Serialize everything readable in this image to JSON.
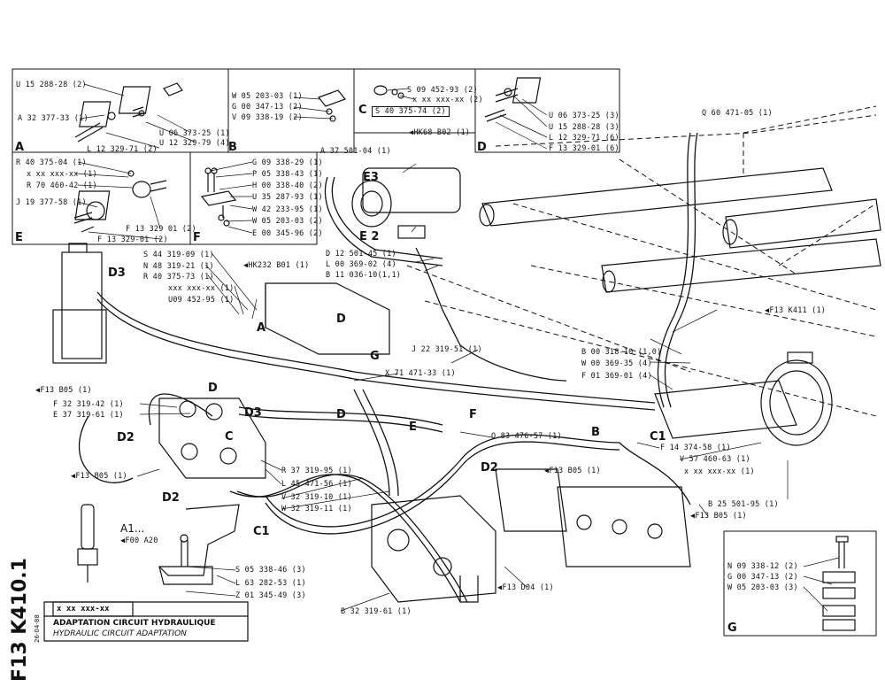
{
  "boxes": {
    "A": {
      "letter": "A",
      "parts": [
        "U 15 288-28 (2)",
        "A 32 377-33 (1)",
        "U 06 373-25 (1)",
        "U 12 329-79 (4)",
        "L 12 329-71 (2)"
      ]
    },
    "B": {
      "letter": "B",
      "parts": [
        "W 05 203-03 (1)",
        "G 00 347-13 (2)",
        "V 09 338-19 (2)"
      ]
    },
    "C": {
      "letter": "C",
      "parts": [
        "S 09 452-93 (2)",
        "x xx xxx-xx (2)",
        "S 40 375-74 (2)"
      ]
    },
    "D": {
      "letter": "D",
      "parts": [
        "U 06 373-25 (3)",
        "U 15 288-28 (3)",
        "L 12 329-71 (6)",
        "F 13 329-01 (6)"
      ]
    },
    "E": {
      "letter": "E",
      "parts": [
        "R 40 375-04 (1)",
        "x xx xxx-xx (1)",
        "R 70 460-42 (1)",
        "J 19 377-58 (1)",
        "F 13 329 01 (2)",
        "F 13 329-01 (2)"
      ]
    },
    "F": {
      "letter": "F",
      "parts": [
        "G 09 338-29 (1)",
        "P 05 338-43 (1)",
        "H 00 338-40 (2)",
        "U 35 287-93 (1)",
        "W 42 233-95 (1)",
        "W 05 203-03 (2)",
        "E 00 345-96 (2)"
      ]
    },
    "G": {
      "letter": "G",
      "parts": [
        "N 09 338-12 (2)",
        "G 00 347-13 (2)",
        "W 05 203-03 (3)"
      ]
    }
  },
  "callouts": {
    "hk68": "◀HK68 B02 (1)",
    "a37": "A 37 501-04 (1)",
    "q60": "Q 60 471-05 (1)",
    "d12": "D 12 501-45 (1)",
    "l00": "L 00 369-02 (4)",
    "b11": "B 11 036-10(1,1)",
    "s44": "S 44 319-09 (1)",
    "hk232": "◀HK232 B01 (1)",
    "n48": "N 48 319-21 (1)",
    "r40": "R 40 375-73 (1)",
    "xxx": "xxx xxx-xx (1)",
    "u09": "U09 452-95 (1)",
    "f13k411": "◀F13 K411 (1)",
    "b00": "B 00 318-10 (1,0)",
    "w00": "W 00 369-35 (4)",
    "f01": "F 01 369-01 (4)",
    "j22": "J 22 319-51 (1)",
    "x71": "X 71 471-33 (1)",
    "f13b05a": "◀F13 B05 (1)",
    "f32": "F 32 319-42 (1)",
    "e37": "E 37 319-61 (1)",
    "q83": "Q 83 476-57 (1)",
    "f14": "F 14 374-58 (1)",
    "v57": "V 57 460-63 (1)",
    "xxx2": "x xx xxx-xx (1)",
    "b25": "B 25 501-95 (1)",
    "f13b05d": "◀F13 B05 (1)",
    "f13b05b": "◀F13 B05 (1)",
    "f13b05c": "◀F13 B05 (1)",
    "r37": "R 37 319-95 (1)",
    "l45": "L 45 471-56 (1)",
    "v32": "V 32 319-10 (1)",
    "w32": "W 32 319-11 (1)",
    "s05": "S 05 338-46 (3)",
    "l63": "L 63 282-53 (1)",
    "z01": "Z 01 345-49 (3)",
    "b32": "B 32 319-61 (1)",
    "f13d04": "◀F13 D04 (1)",
    "a1": "A1...",
    "f00": "◀F00 A20"
  },
  "view_letters": {
    "d3a": "D3",
    "d_top": "D",
    "a_mid": "A",
    "g_mid": "G",
    "d_l": "D",
    "d3b": "D3",
    "d_r": "D",
    "d2a": "D2",
    "c_mid": "C",
    "e_mid": "E",
    "f_mid": "F",
    "d2b": "D2",
    "d2c": "D2",
    "b_r": "B",
    "c1a": "C1",
    "c1b": "C1",
    "e2": "E 2",
    "e3": "E3"
  },
  "title_block": {
    "sheet_id": "F13 K410.1",
    "part_no": "x xx xxx-xx",
    "date": "26-04-88",
    "title_fr": "ADAPTATION CIRCUIT HYDRAULIQUE",
    "title_en": "HYDRAULIC CIRCUIT ADAPTATION"
  }
}
